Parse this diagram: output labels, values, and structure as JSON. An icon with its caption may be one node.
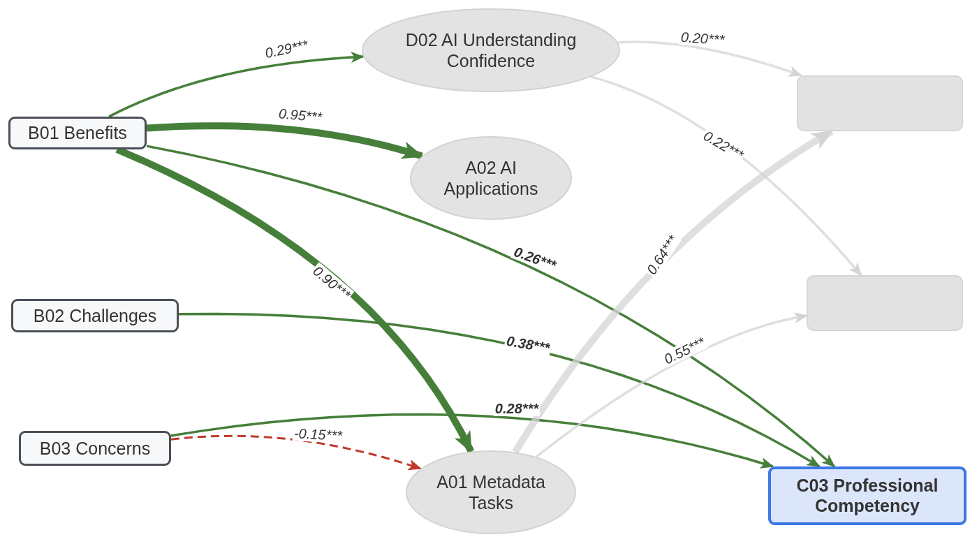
{
  "diagram": {
    "nodes": [
      {
        "text": [
          "B01 Benefits"
        ]
      },
      {
        "text": [
          "B02 Challenges"
        ]
      },
      {
        "text": [
          "B03 Concerns"
        ]
      },
      {
        "text": [
          "D02 AI Understanding Confidence"
        ]
      },
      {
        "text": [
          "A02 AI Applications"
        ]
      },
      {
        "text": [
          "A01 Metadata Tasks"
        ]
      },
      {
        "text": [],
        "shape": "box"
      },
      {
        "text": [],
        "shape": "box"
      },
      {
        "text": [
          "C03 Professional Competency"
        ]
      }
    ],
    "edges": [
      {
        "from": 0,
        "to": 3,
        "arrow": "to",
        "label": "0.29***"
      },
      {
        "from": 0,
        "to": 4,
        "arrow": "to",
        "label": "0.95***",
        "style": "thick"
      },
      {
        "from": 0,
        "to": 8,
        "arrow": "to",
        "label": "0.26***"
      },
      {
        "from": 0,
        "to": 5,
        "arrow": "to",
        "label": "0.90***",
        "style": "thick"
      },
      {
        "from": 1,
        "to": 8,
        "arrow": "to",
        "label": "0.38***"
      },
      {
        "from": 2,
        "to": 8,
        "arrow": "to",
        "label": "0.28***"
      },
      {
        "from": 2,
        "to": 5,
        "arrow": "to",
        "label": "-0.15***",
        "style": "dashed",
        "color": "#c0392b"
      },
      {
        "from": 3,
        "to": 6,
        "arrow": "to",
        "label": "0.20***",
        "color": "#d4d4d4"
      },
      {
        "from": 3,
        "to": 7,
        "arrow": "to",
        "label": "0.22***",
        "color": "#d4d4d4"
      },
      {
        "from": 5,
        "to": 6,
        "arrow": "to",
        "label": "0.64***",
        "style": "thick",
        "color": "#d4d4d4"
      },
      {
        "from": 5,
        "to": 7,
        "arrow": "to",
        "label": "0.55***",
        "color": "#d4d4d4"
      }
    ]
  }
}
